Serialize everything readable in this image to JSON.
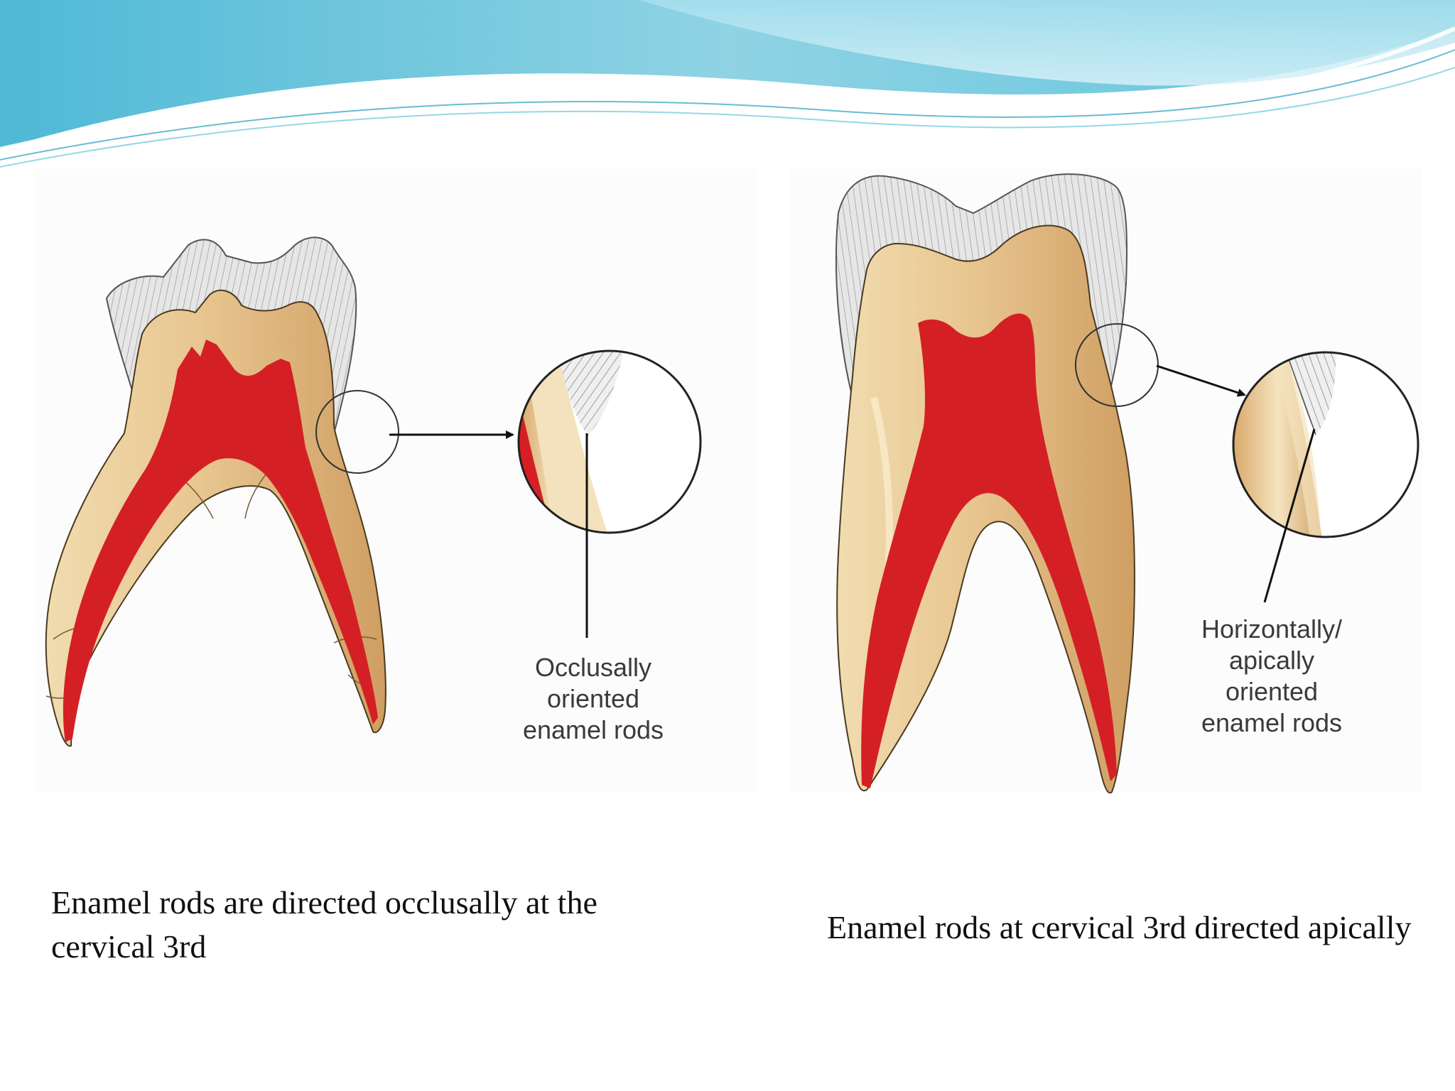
{
  "figure": {
    "left_label": "Occlusally\noriented\nenamel rods",
    "right_label": "Horizontally/\napically\noriented\nenamel rods"
  },
  "captions": {
    "left": "Enamel rods are directed occlusally at the cervical 3rd",
    "right": "Enamel rods at cervical 3rd directed apically"
  },
  "colors": {
    "enamel": "#dcdcdc",
    "dentin": "#e2bd88",
    "pulp": "#d42025",
    "header_wave": "#6cc3d8"
  }
}
